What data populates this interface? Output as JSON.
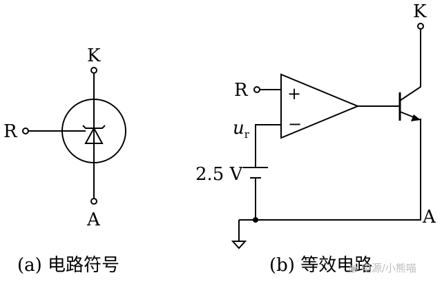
{
  "diagram_a": {
    "label_k": "K",
    "label_r": "R",
    "label_a": "A",
    "caption": "(a) 电路符号"
  },
  "diagram_b": {
    "label_k": "K",
    "label_r": "R",
    "label_a": "A",
    "label_ur_main": "u",
    "label_ur_sub": "r",
    "label_voltage": "2.5 V",
    "plus_sign": "+",
    "minus_sign": "−",
    "caption": "(b) 等效电路"
  },
  "watermark": "电源/小熊喵",
  "colors": {
    "ink": "#000000",
    "background": "#ffffff",
    "watermark": "#bdbdbd"
  }
}
